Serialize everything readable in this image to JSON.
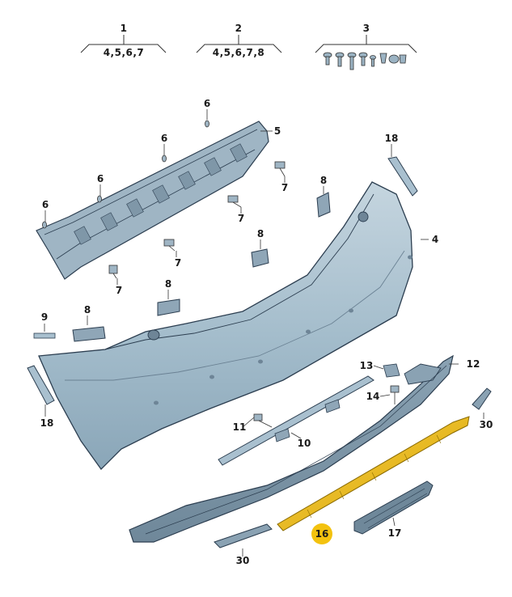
{
  "highlight_color": "#f3c20f",
  "bumper_color": "#a9c0cf",
  "kits": [
    {
      "number": "1",
      "contents": "4,5,6,7"
    },
    {
      "number": "2",
      "contents": "4,5,6,7,8"
    },
    {
      "number": "3",
      "contents": ""
    }
  ],
  "callouts": [
    {
      "id": "c5",
      "label": "5"
    },
    {
      "id": "c6a",
      "label": "6"
    },
    {
      "id": "c6b",
      "label": "6"
    },
    {
      "id": "c6c",
      "label": "6"
    },
    {
      "id": "c6d",
      "label": "6"
    },
    {
      "id": "c7a",
      "label": "7"
    },
    {
      "id": "c7b",
      "label": "7"
    },
    {
      "id": "c7c",
      "label": "7"
    },
    {
      "id": "c7d",
      "label": "7"
    },
    {
      "id": "c8a",
      "label": "8"
    },
    {
      "id": "c8b",
      "label": "8"
    },
    {
      "id": "c8c",
      "label": "8"
    },
    {
      "id": "c8d",
      "label": "8"
    },
    {
      "id": "c18a",
      "label": "18"
    },
    {
      "id": "c18b",
      "label": "18"
    },
    {
      "id": "c4",
      "label": "4"
    },
    {
      "id": "c9",
      "label": "9"
    },
    {
      "id": "c13",
      "label": "13"
    },
    {
      "id": "c12",
      "label": "12"
    },
    {
      "id": "c14",
      "label": "14"
    },
    {
      "id": "c11",
      "label": "11"
    },
    {
      "id": "c10",
      "label": "10"
    },
    {
      "id": "c30a",
      "label": "30"
    },
    {
      "id": "c30b",
      "label": "30"
    },
    {
      "id": "c17",
      "label": "17"
    }
  ],
  "highlighted_part": {
    "label": "16"
  }
}
